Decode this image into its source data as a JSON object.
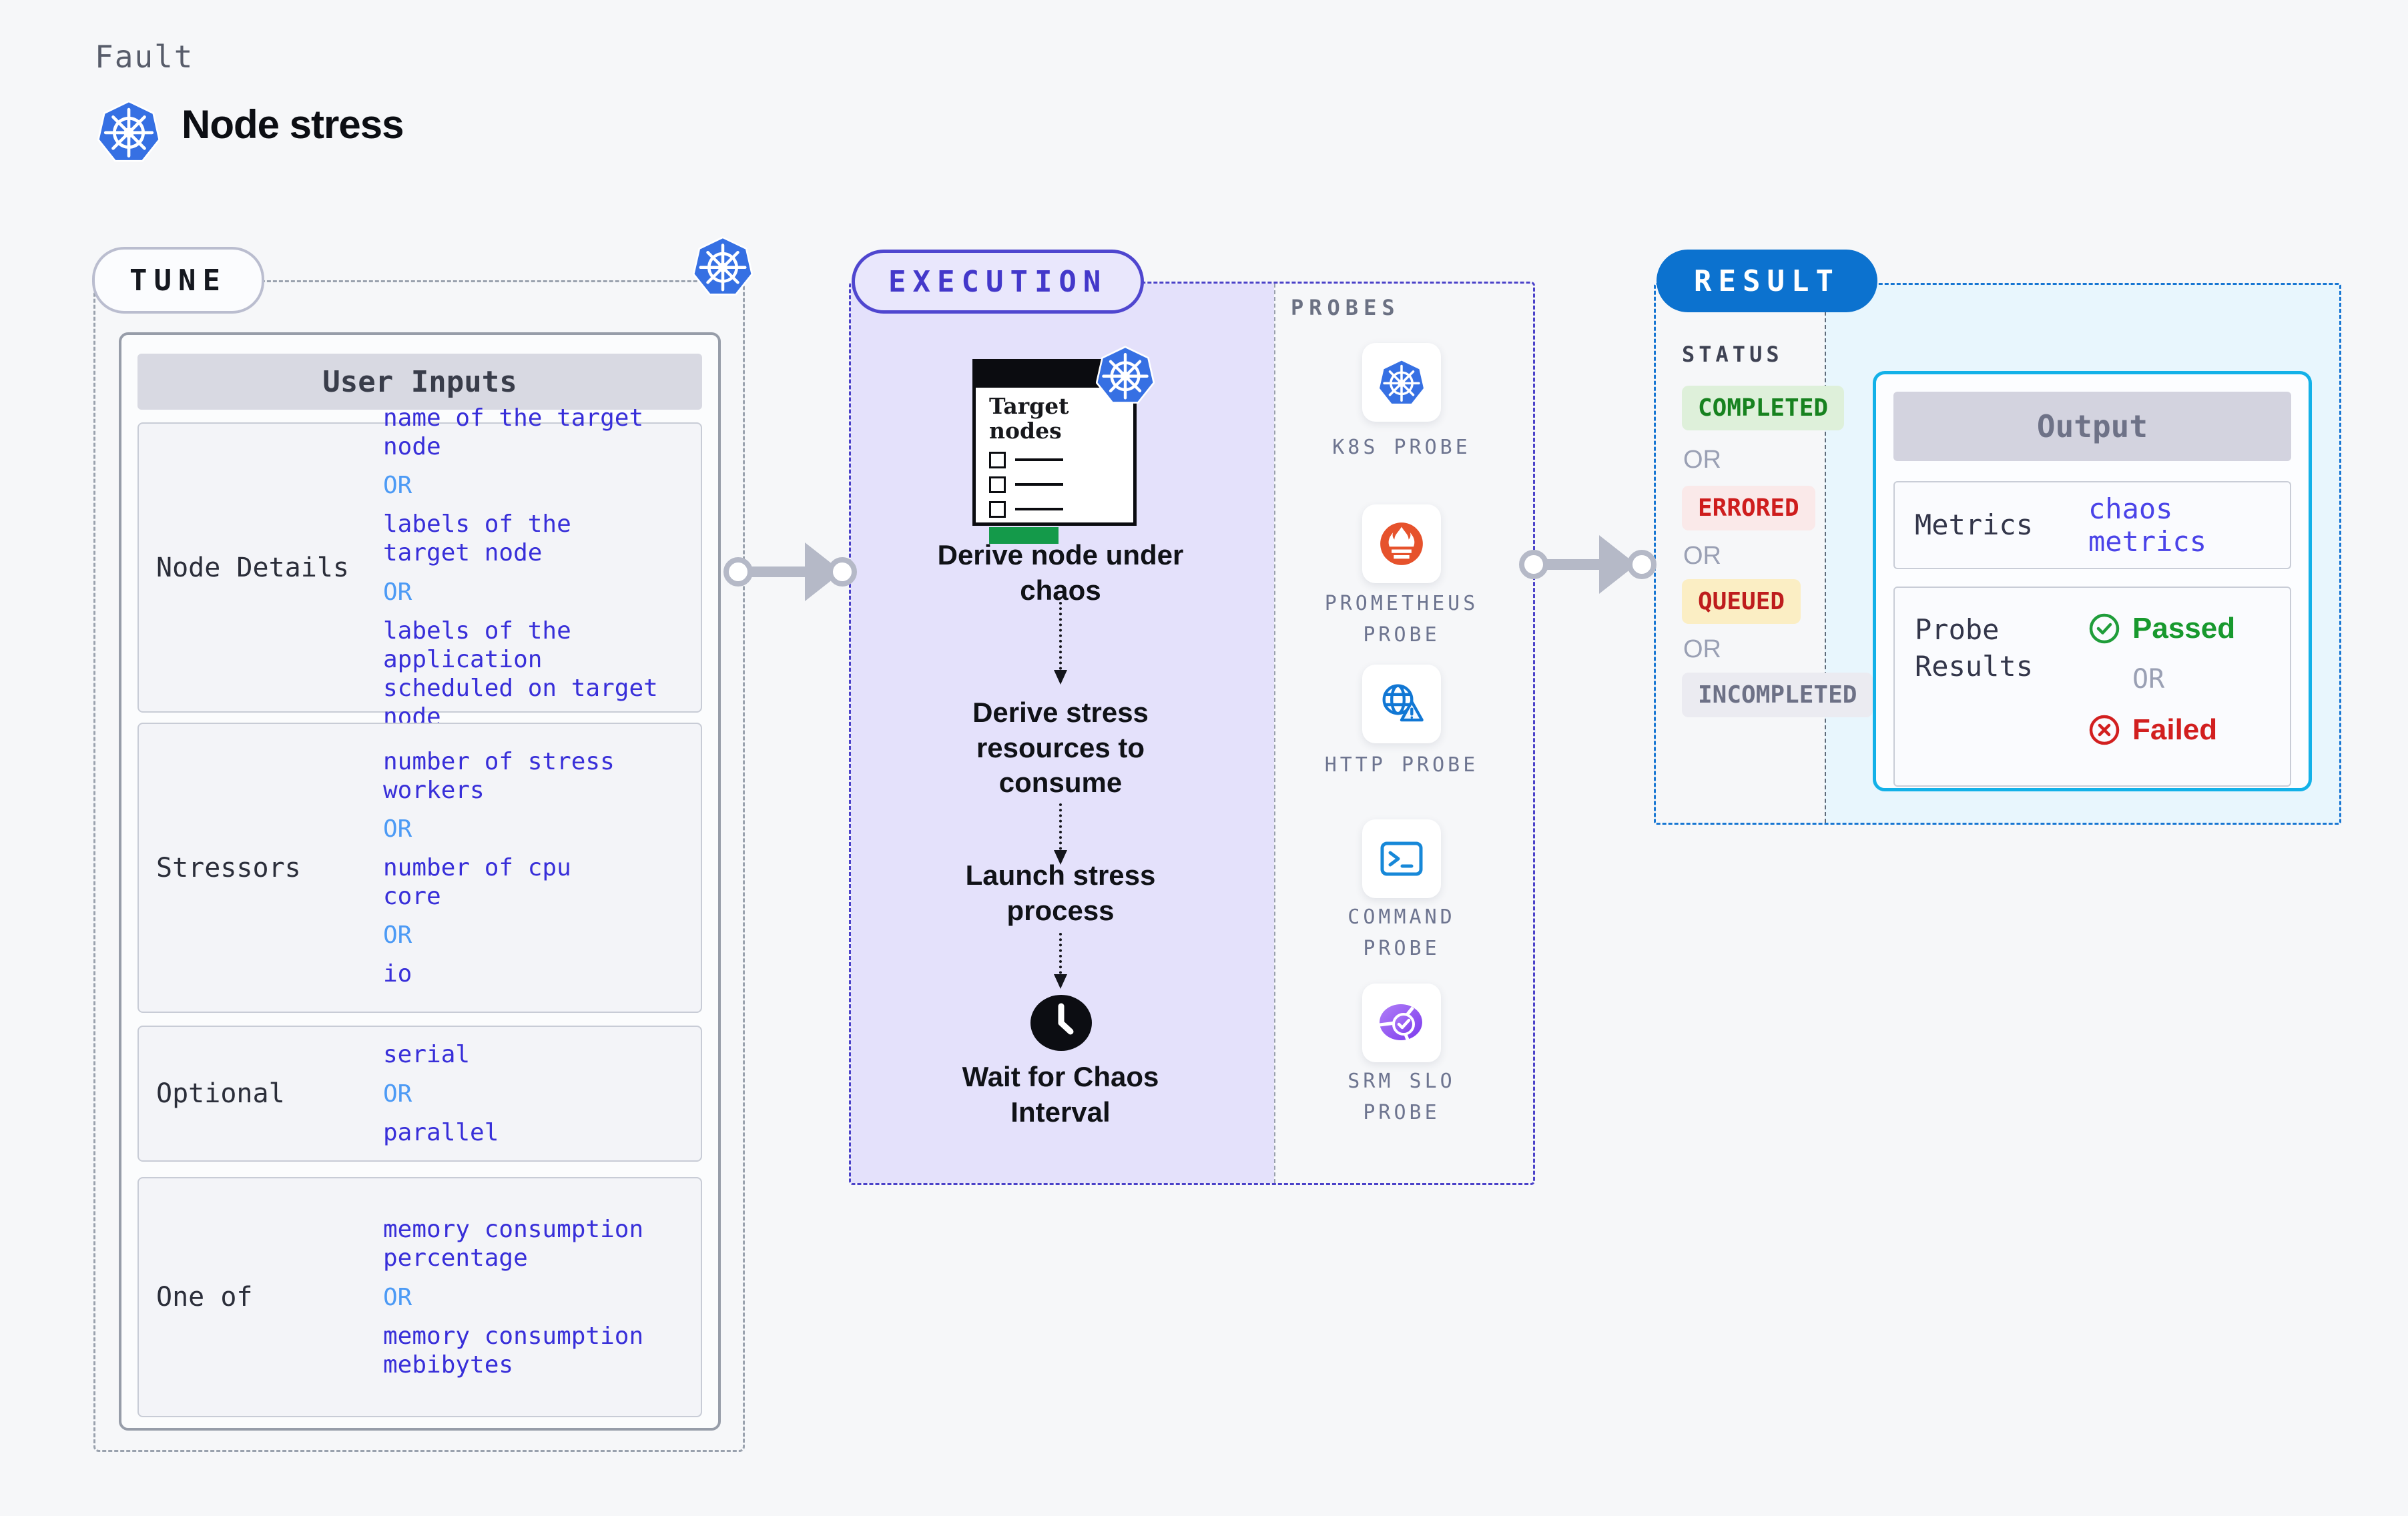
{
  "header": {
    "kicker": "Fault",
    "title": "Node stress"
  },
  "tune": {
    "badge": "TUNE",
    "table_title": "User Inputs",
    "rows": [
      {
        "label": "Node Details",
        "items": [
          {
            "k": "value",
            "t": "name of the target\nnode"
          },
          {
            "k": "or",
            "t": "OR"
          },
          {
            "k": "value",
            "t": "labels of the\ntarget node"
          },
          {
            "k": "or",
            "t": "OR"
          },
          {
            "k": "value",
            "t": "labels of the application\n scheduled on target node"
          }
        ]
      },
      {
        "label": "Stressors",
        "items": [
          {
            "k": "value",
            "t": "number of stress\nworkers"
          },
          {
            "k": "or",
            "t": "OR"
          },
          {
            "k": "value",
            "t": "number of cpu\ncore"
          },
          {
            "k": "or",
            "t": "OR"
          },
          {
            "k": "value",
            "t": "io"
          }
        ]
      },
      {
        "label": "Optional",
        "items": [
          {
            "k": "value",
            "t": "serial"
          },
          {
            "k": "or",
            "t": "OR"
          },
          {
            "k": "value",
            "t": "parallel"
          }
        ]
      },
      {
        "label": "One of",
        "items": [
          {
            "k": "value",
            "t": "memory consumption\npercentage"
          },
          {
            "k": "or",
            "t": "OR"
          },
          {
            "k": "value",
            "t": "memory consumption\nmebibytes"
          }
        ]
      }
    ]
  },
  "execution": {
    "badge": "EXECUTION",
    "card_title": "Target nodes",
    "steps": [
      "Derive node under\nchaos",
      "Derive stress\nresources to\nconsume",
      "Launch stress\nprocess",
      "Wait for Chaos\nInterval"
    ]
  },
  "probes": {
    "title": "PROBES",
    "items": [
      {
        "icon": "kubernetes-icon",
        "label": "K8S PROBE"
      },
      {
        "icon": "prometheus-icon",
        "label": "PROMETHEUS\nPROBE"
      },
      {
        "icon": "http-globe-warning-icon",
        "label": "HTTP PROBE"
      },
      {
        "icon": "command-terminal-icon",
        "label": "COMMAND\nPROBE"
      },
      {
        "icon": "srm-slo-icon",
        "label": "SRM SLO\nPROBE"
      }
    ]
  },
  "result": {
    "badge": "RESULT",
    "status_title": "STATUS",
    "or_label": "OR",
    "statuses": [
      {
        "label": "COMPLETED",
        "text_color": "#17821f",
        "bg_color": "#def0da"
      },
      {
        "label": "ERRORED",
        "text_color": "#ce1d1d",
        "bg_color": "#fae9e9"
      },
      {
        "label": "QUEUED",
        "text_color": "#be1d1d",
        "bg_color": "#fbeec4"
      },
      {
        "label": "INCOMPLETED",
        "text_color": "#6d7186",
        "bg_color": "#ebebf1"
      }
    ],
    "output": {
      "title": "Output",
      "metrics_label": "Metrics",
      "metrics_value": "chaos metrics",
      "probe_results_label": "Probe\nResults",
      "passed_label": "Passed",
      "or_label": "OR",
      "failed_label": "Failed"
    }
  },
  "colors": {
    "page_bg": "#f6f7f9",
    "value_indigo": "#382fd9",
    "or_blue": "#4c9af5",
    "execution_accent": "#4f46cf",
    "execution_fill": "#e4e1fb",
    "result_accent": "#0c72cf",
    "result_fill": "#e8f6fd",
    "output_border": "#13b1e8",
    "kubernetes_blue": "#3670e3",
    "prometheus_orange": "#e6522c",
    "passed_green": "#18992e",
    "failed_red": "#d21f1f",
    "arrow_gray": "#b5b9c7"
  }
}
